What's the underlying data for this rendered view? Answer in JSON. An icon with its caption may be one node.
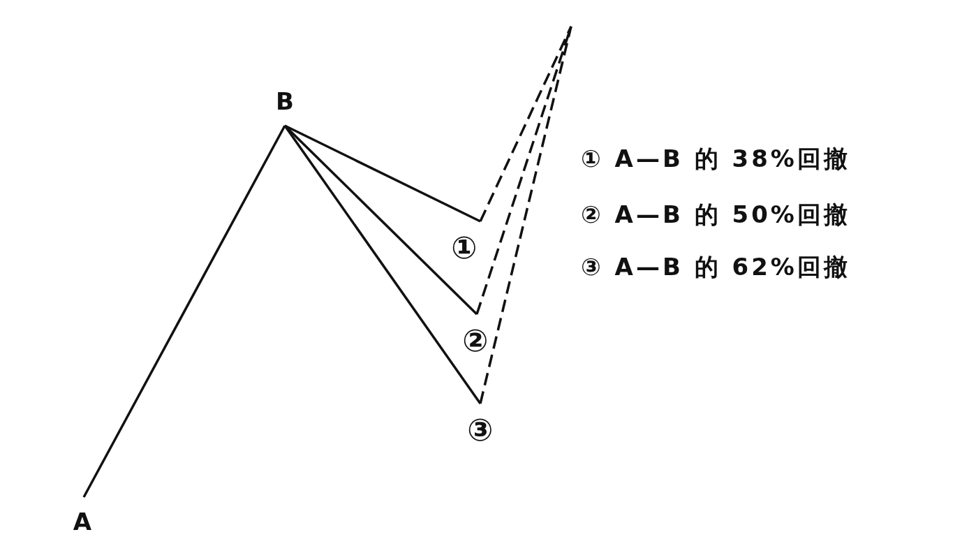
{
  "diagram": {
    "nodes": [
      {
        "text": [
          "A"
        ]
      },
      {
        "text": [
          "B"
        ]
      },
      {
        "text": [
          "①"
        ]
      },
      {
        "text": [
          "②"
        ]
      },
      {
        "text": [
          "③"
        ]
      }
    ],
    "edges": [
      {
        "from": 0,
        "to": 1,
        "arrow": "none"
      },
      {
        "from": 1,
        "to": 2,
        "arrow": "none"
      },
      {
        "from": 1,
        "to": 3,
        "arrow": "none"
      },
      {
        "from": 1,
        "to": 4,
        "arrow": "none"
      },
      {
        "from": 2,
        "to": null,
        "arrow": "none",
        "style": "dashed"
      },
      {
        "from": 3,
        "to": null,
        "arrow": "none",
        "style": "dashed"
      },
      {
        "from": 4,
        "to": null,
        "arrow": "none",
        "style": "dashed"
      }
    ],
    "labels": [
      "① A—B 的 38%回撤",
      "② A—B 的 50%回撤",
      "③ A—B 的 62%回撤"
    ]
  }
}
